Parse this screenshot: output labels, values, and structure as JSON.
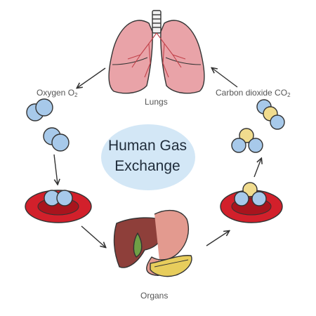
{
  "title": {
    "line1": "Human Gas",
    "line2": "Exchange"
  },
  "labels": {
    "lungs": "Lungs",
    "organs": "Organs",
    "oxygen": "Oxygen O",
    "oxygen_sub": "2",
    "co2": "Carbon dioxide CO",
    "co2_sub": "2"
  },
  "icons": [
    "lungs-icon",
    "organs-icon",
    "red-blood-cell-icon",
    "oxygen-molecule-icon",
    "carbon-dioxide-molecule-icon"
  ],
  "colors": {
    "oxygen_blue": "#a7c9ea",
    "carbon_yellow": "#f1dc8e",
    "blood_red": "#d2202b",
    "lung_pink": "#e9a3a8",
    "title_ellipse": "#d3e7f6"
  }
}
